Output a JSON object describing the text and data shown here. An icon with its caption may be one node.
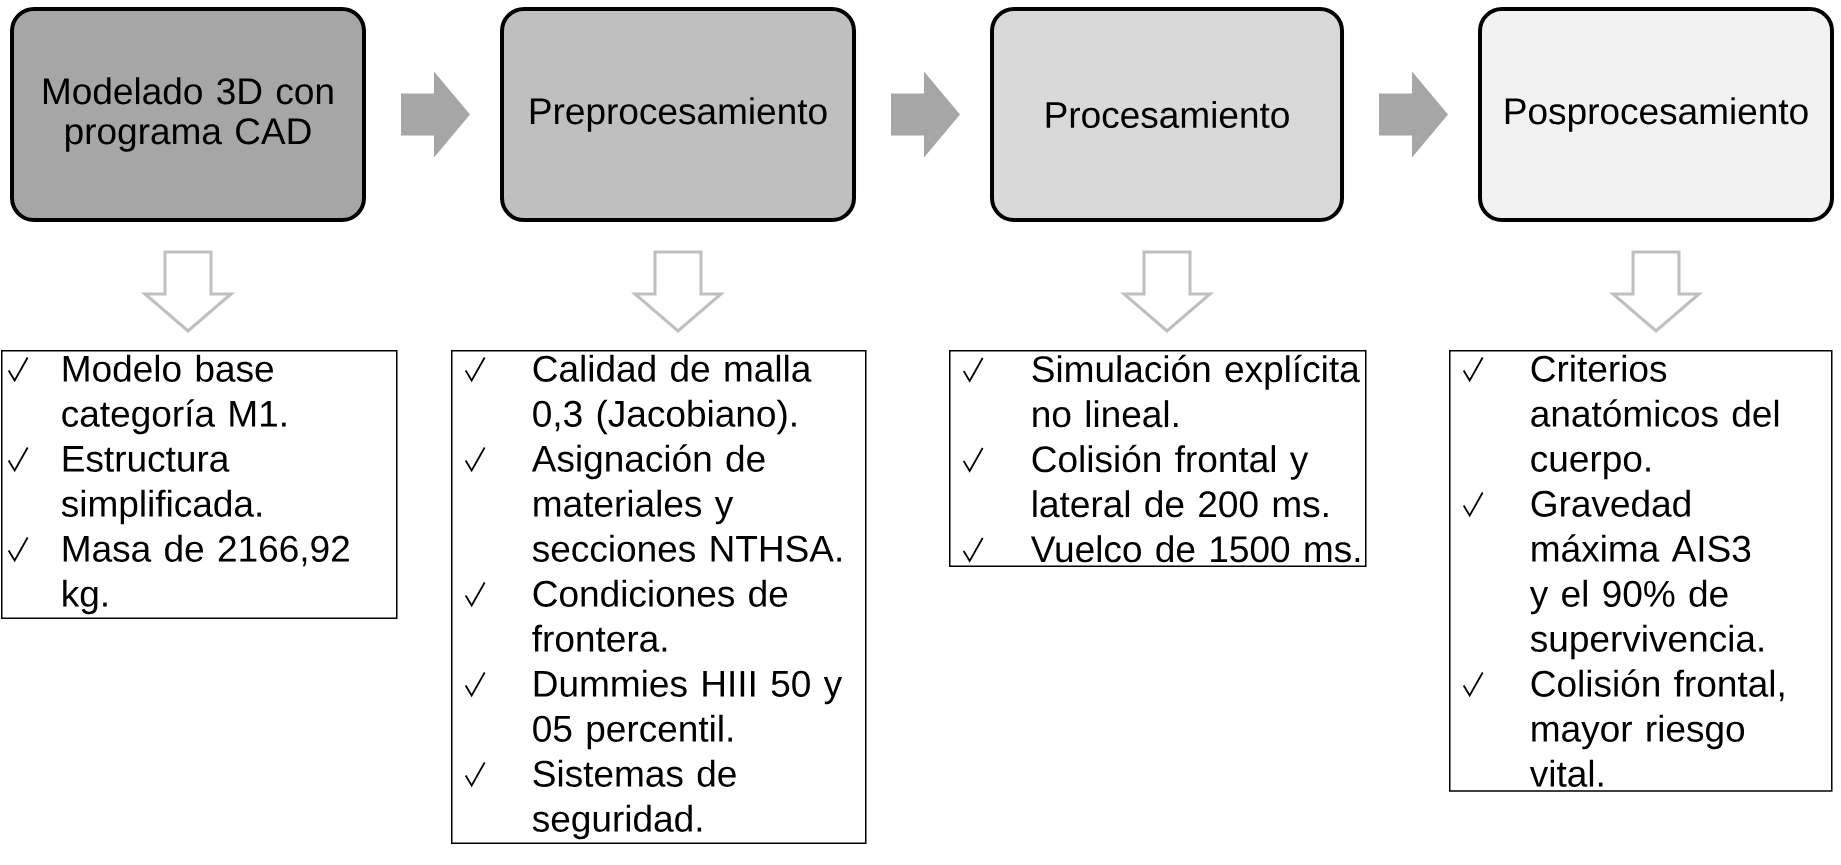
{
  "diagram": {
    "nodes": [
      {
        "text": [
          "Modelado 3D con programa CAD"
        ]
      },
      {
        "text": [
          "Preprocesamiento"
        ]
      },
      {
        "text": [
          "Procesamiento"
        ]
      },
      {
        "text": [
          "Posprocesamiento"
        ]
      },
      {
        "text": [
          "Modelo base categoría M1.",
          "Estructura simplificada.",
          "Masa de 2166,92 kg."
        ]
      },
      {
        "text": [
          "Calidad de malla 0,3 (Jacobiano).",
          "Asignación de materiales y secciones NTHSA.",
          "Condiciones de frontera.",
          "Dummies HIII 50 y 05 percentil.",
          "Sistemas de seguridad."
        ]
      },
      {
        "text": [
          "Simulación explícita no lineal.",
          "Colisión frontal y lateral de 200 ms.",
          "Vuelco de 1500 ms."
        ]
      },
      {
        "text": [
          "Criterios anatómicos del cuerpo.",
          "Gravedad máxima AIS3 y el 90% de supervivencia.",
          "Colisión frontal, mayor riesgo vital."
        ]
      }
    ],
    "edges": [
      {
        "from": 0,
        "to": 1,
        "arrow": "to"
      },
      {
        "from": 1,
        "to": 2,
        "arrow": "to"
      },
      {
        "from": 2,
        "to": 3,
        "arrow": "to"
      },
      {
        "from": 0,
        "to": 4,
        "arrow": "to"
      },
      {
        "from": 1,
        "to": 5,
        "arrow": "to"
      },
      {
        "from": 2,
        "to": 6,
        "arrow": "to"
      },
      {
        "from": 3,
        "to": 7,
        "arrow": "to"
      }
    ]
  }
}
